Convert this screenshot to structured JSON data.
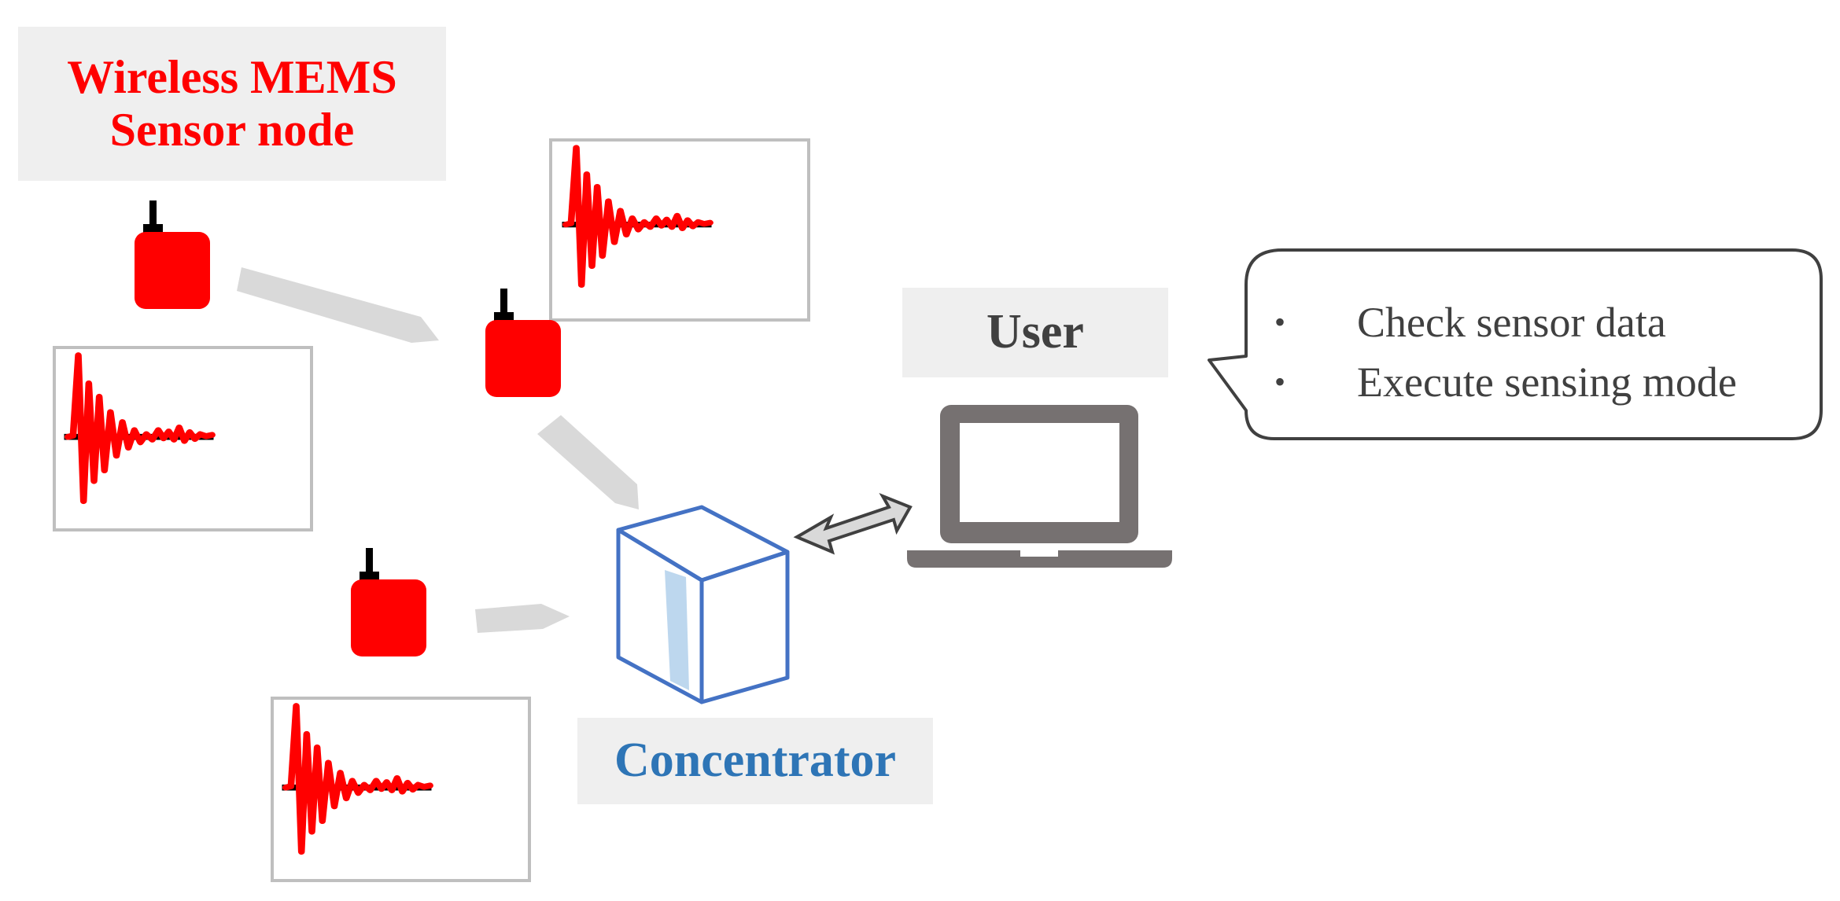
{
  "labels": {
    "sensor_node_line1": "Wireless MEMS",
    "sensor_node_line2": "Sensor node",
    "user": "User",
    "concentrator": "Concentrator"
  },
  "speech_bubble": {
    "items": [
      "Check sensor data",
      "Execute sensing mode"
    ]
  },
  "colors": {
    "sensor": "#ff0000",
    "concentrator": "#4472c4",
    "concentrator_label": "#2e75b6",
    "laptop": "#767171",
    "arrow": "#d9d9d9",
    "label_background": "#efefef"
  },
  "icons": [
    "sensor-node-icon",
    "waveform-icon",
    "concentrator-box-icon",
    "laptop-icon",
    "double-arrow-icon",
    "speech-bubble-icon"
  ]
}
